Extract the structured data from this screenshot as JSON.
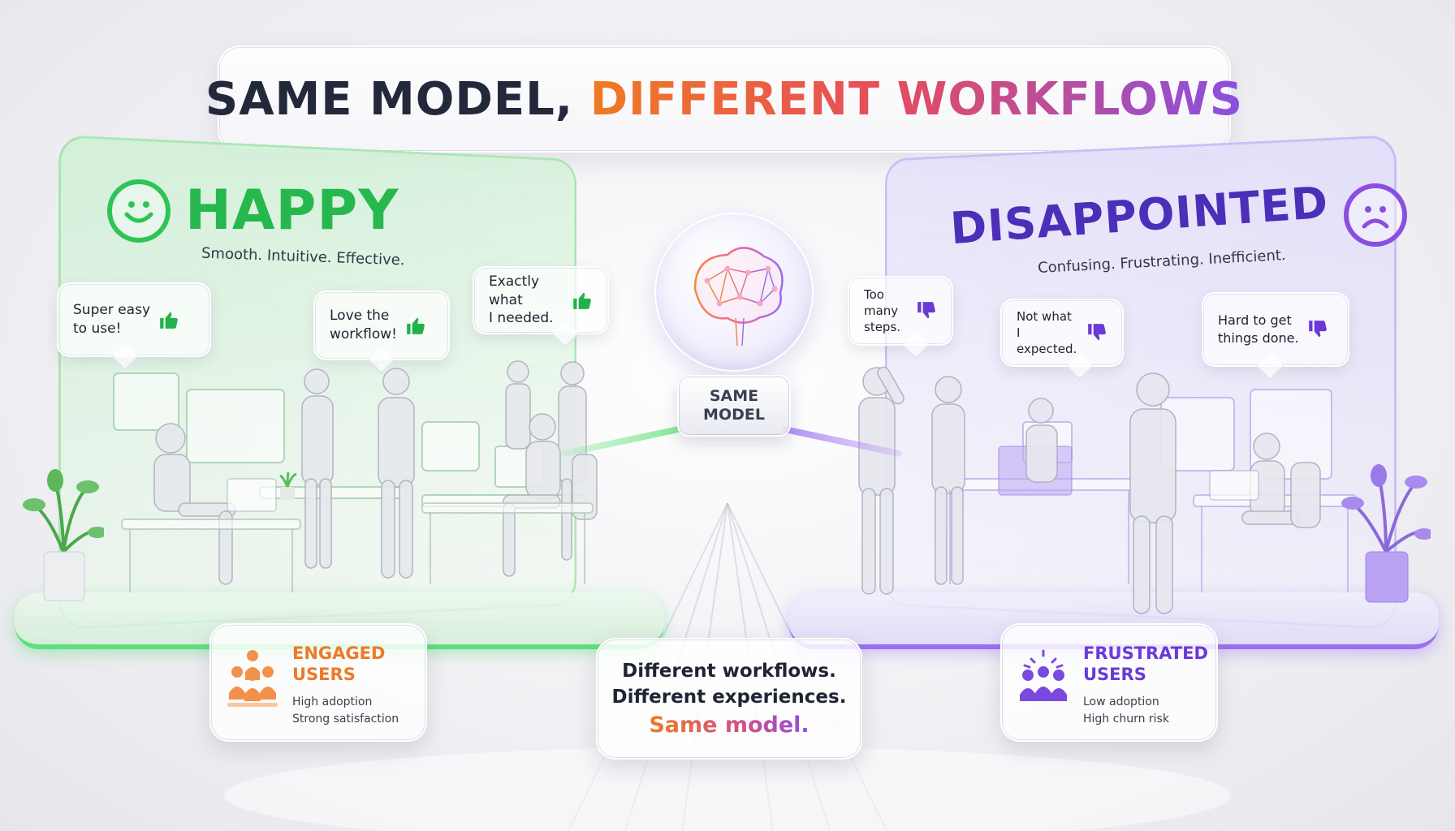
{
  "title": {
    "part1": "SAME MODEL,",
    "part2": "DIFFERENT WORKFLOWS"
  },
  "happy": {
    "heading": "HAPPY",
    "tagline": "Smooth. Intuitive. Effective.",
    "bubbles": [
      {
        "text": "Super easy\nto use!",
        "icon": "thumbs-up-icon"
      },
      {
        "text": "Love the\nworkflow!",
        "icon": "thumbs-up-icon"
      },
      {
        "text": "Exactly what\nI needed.",
        "icon": "thumbs-up-icon"
      }
    ],
    "stat": {
      "title": "ENGAGED\nUSERS",
      "lines": "High adoption\nStrong satisfaction"
    },
    "accent_color": "#27b84d"
  },
  "disappointed": {
    "heading": "DISAPPOINTED",
    "tagline": "Confusing. Frustrating. Inefficient.",
    "bubbles": [
      {
        "text": "Too many\nsteps.",
        "icon": "thumbs-down-icon"
      },
      {
        "text": "Not what\nI expected.",
        "icon": "thumbs-down-icon"
      },
      {
        "text": "Hard to get\nthings done.",
        "icon": "thumbs-down-icon"
      }
    ],
    "stat": {
      "title": "FRUSTRATED\nUSERS",
      "lines": "Low adoption\nHigh churn risk"
    },
    "accent_color": "#6a3ad6"
  },
  "center": {
    "model_label": "SAME\nMODEL",
    "message_line1": "Different workflows.",
    "message_line2": "Different experiences.",
    "message_accent": "Same model."
  }
}
